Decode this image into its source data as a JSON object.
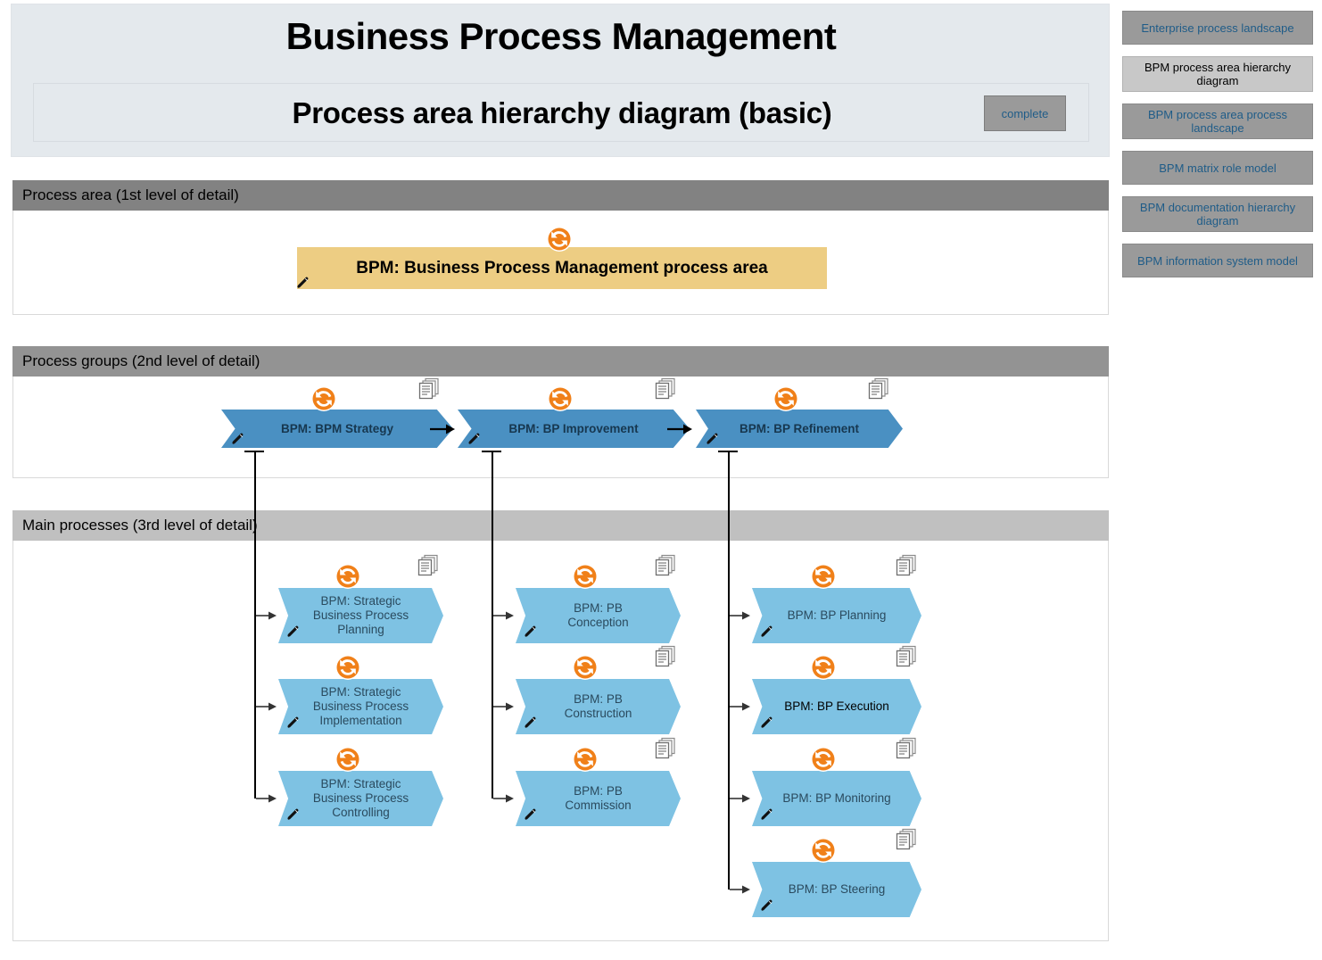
{
  "header": {
    "title": "Business Process Management",
    "subtitle": "Process area hierarchy diagram (basic)",
    "status_button": "complete"
  },
  "rail": {
    "items": [
      {
        "label": "Enterprise process landscape",
        "active": false
      },
      {
        "label": "BPM process area hierarchy diagram",
        "active": true
      },
      {
        "label": "BPM process area process landscape",
        "active": false
      },
      {
        "label": "BPM matrix role model",
        "active": false
      },
      {
        "label": "BPM documentation hierarchy diagram",
        "active": false
      },
      {
        "label": "BPM information system model",
        "active": false
      }
    ]
  },
  "levels": [
    {
      "heading": "Process area (1st level of detail)"
    },
    {
      "heading": "Process groups (2nd level of detail)"
    },
    {
      "heading": "Main processes (3rd level of detail)"
    }
  ],
  "level1": {
    "node": {
      "label": "BPM: Business Process Management process area",
      "has_sync": true,
      "has_docs": false,
      "has_pencil": true
    }
  },
  "level2": {
    "nodes": [
      {
        "label": "BPM: BPM Strategy",
        "has_sync": true,
        "has_docs": true,
        "has_pencil": true
      },
      {
        "label": "BPM: BP Improvement",
        "has_sync": true,
        "has_docs": true,
        "has_pencil": true
      },
      {
        "label": "BPM: BP Refinement",
        "has_sync": true,
        "has_docs": true,
        "has_pencil": true
      }
    ]
  },
  "level3": {
    "columns": [
      {
        "parent": "BPM: BPM Strategy",
        "nodes": [
          {
            "label": "BPM: Strategic Business Process Planning",
            "has_sync": true,
            "has_docs": true,
            "has_pencil": true,
            "selected": false
          },
          {
            "label": "BPM: Strategic Business Process Implementation",
            "has_sync": true,
            "has_docs": false,
            "has_pencil": true,
            "selected": false
          },
          {
            "label": "BPM: Strategic Business Process Controlling",
            "has_sync": true,
            "has_docs": false,
            "has_pencil": true,
            "selected": false
          }
        ]
      },
      {
        "parent": "BPM: BP Improvement",
        "nodes": [
          {
            "label": "BPM: PB Conception",
            "has_sync": true,
            "has_docs": true,
            "has_pencil": true,
            "selected": false
          },
          {
            "label": "BPM: PB Construction",
            "has_sync": true,
            "has_docs": true,
            "has_pencil": true,
            "selected": false
          },
          {
            "label": "BPM: PB Commission",
            "has_sync": true,
            "has_docs": true,
            "has_pencil": true,
            "selected": false
          }
        ]
      },
      {
        "parent": "BPM: BP Refinement",
        "nodes": [
          {
            "label": "BPM: BP Planning",
            "has_sync": true,
            "has_docs": true,
            "has_pencil": true,
            "selected": false
          },
          {
            "label": "BPM: BP Execution",
            "has_sync": true,
            "has_docs": true,
            "has_pencil": true,
            "selected": true
          },
          {
            "label": "BPM: BP Monitoring",
            "has_sync": true,
            "has_docs": true,
            "has_pencil": true,
            "selected": false
          },
          {
            "label": "BPM: BP Steering",
            "has_sync": true,
            "has_docs": true,
            "has_pencil": true,
            "selected": false
          }
        ]
      }
    ]
  },
  "icons": {
    "sync": "sync-icon",
    "docs": "documents-stack-icon",
    "pencil": "edit-pencil-icon",
    "flow_arrow": "flow-arrow-icon"
  },
  "colors": {
    "banner_bg": "#e4e9ed",
    "rail_btn": "#9a9a9a",
    "rail_btn_active": "#c8c8c8",
    "rail_text": "#1f5c88",
    "level1_head": "#828282",
    "level2_head": "#939393",
    "level3_head": "#c0c0c0",
    "area_box": "#edcd83",
    "chevron_l2": "#4a90c2",
    "chevron_l3": "#7ec2e3",
    "sync_orange": "#f08019"
  }
}
